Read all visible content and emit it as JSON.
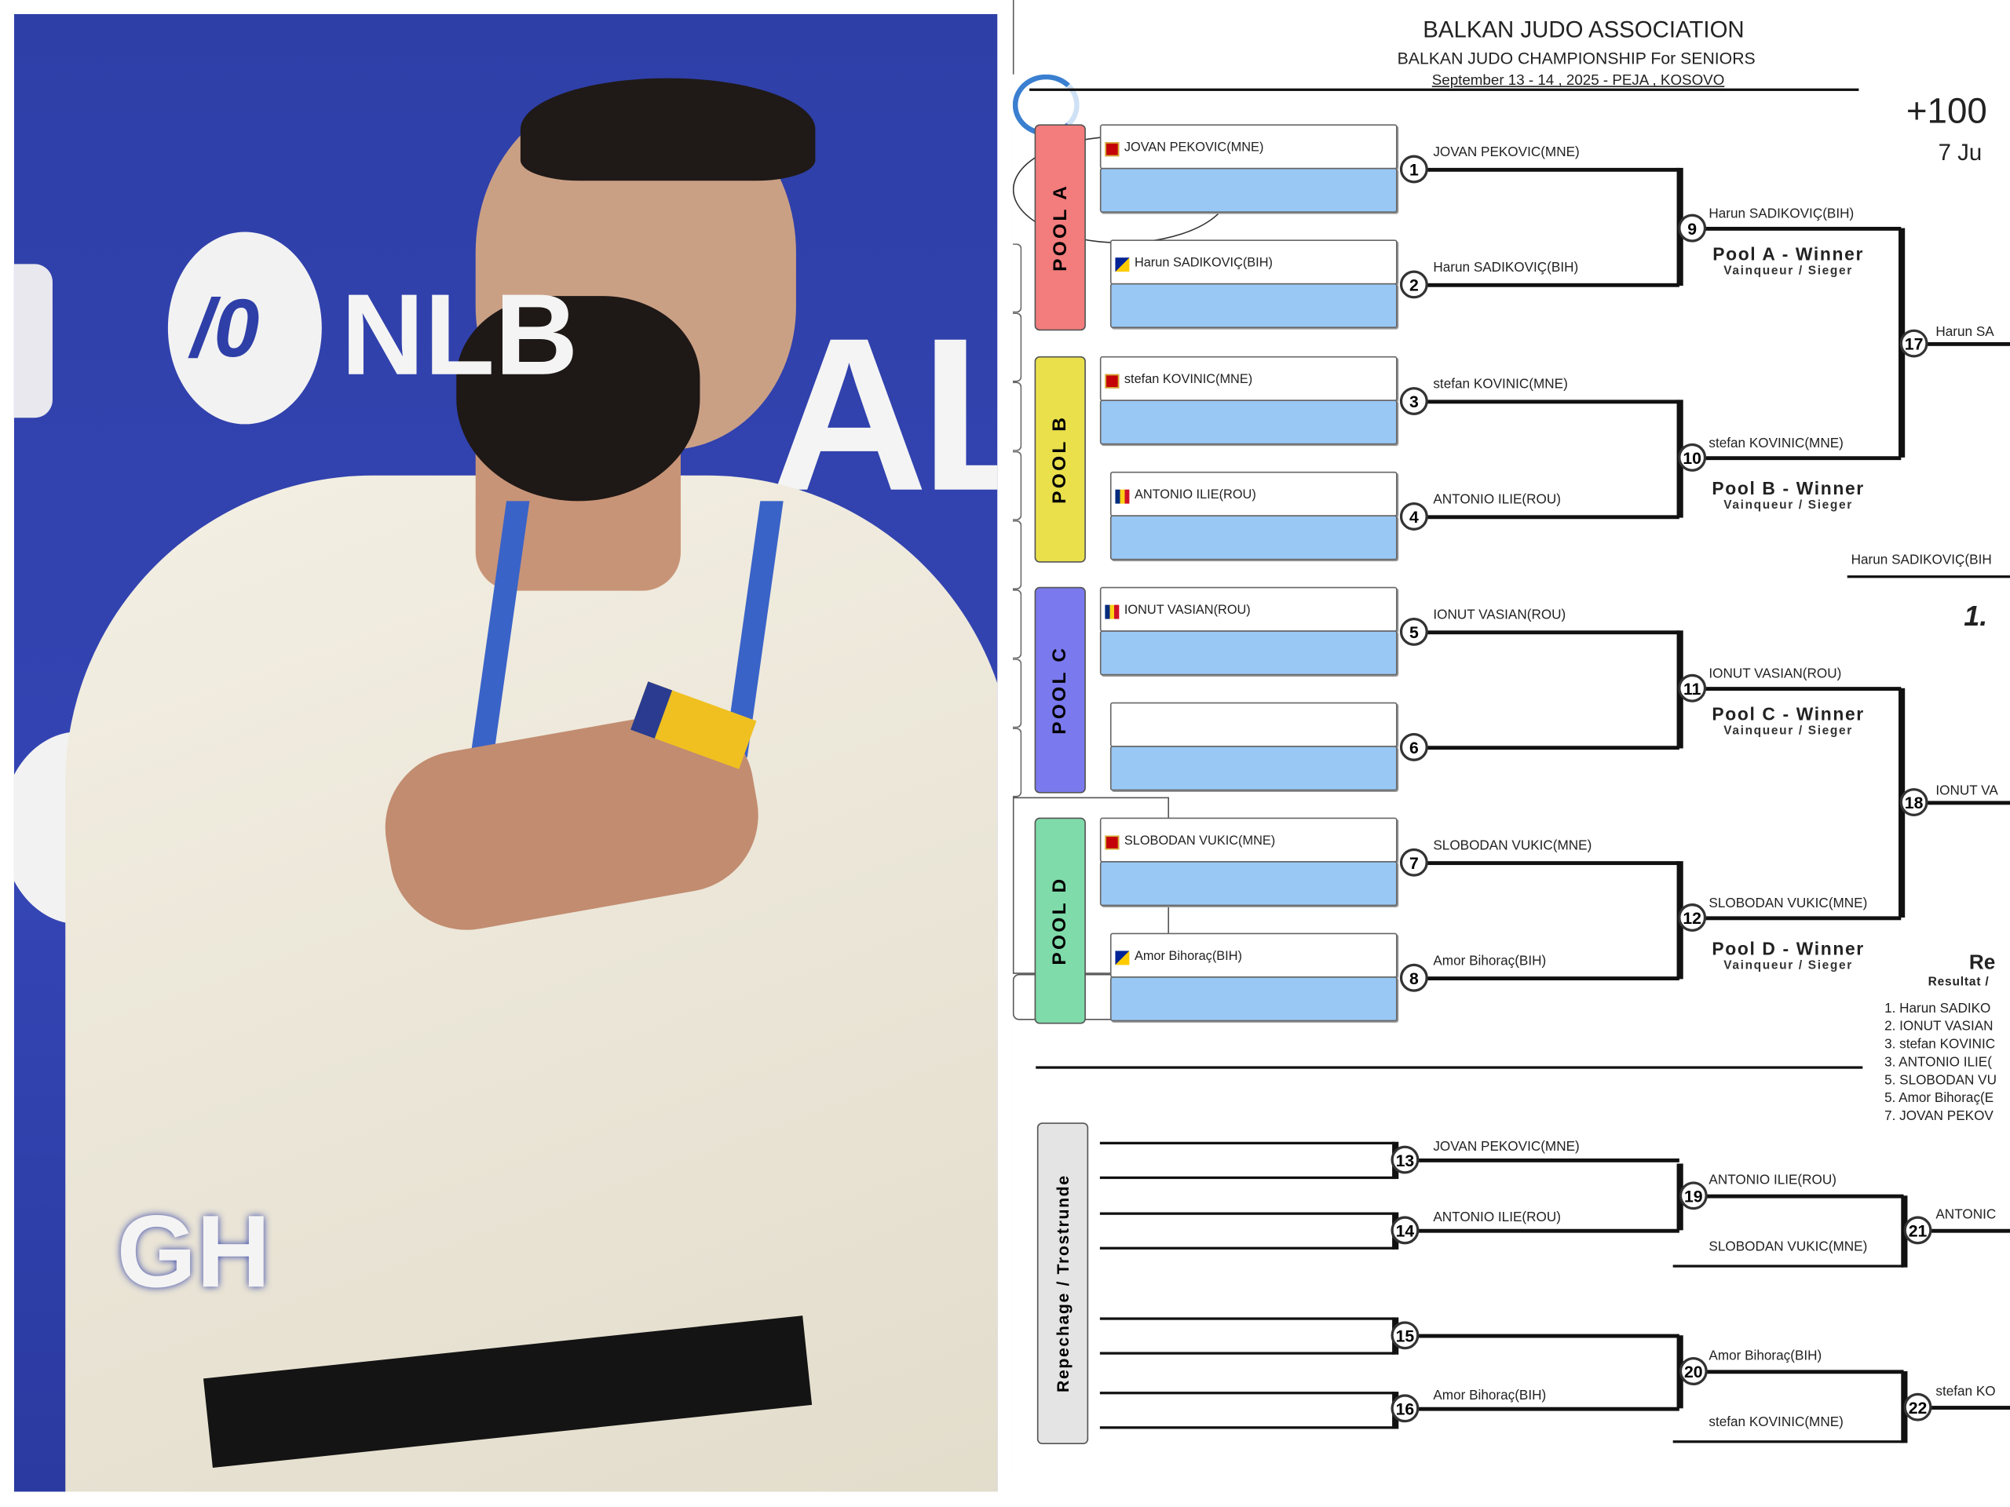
{
  "photo": {
    "sponsor_text": "NLB",
    "banner_text": "ALK",
    "sponsor2_text": "GH",
    "logo_text": "/0"
  },
  "header": {
    "org": "BALKAN JUDO ASSOCIATION",
    "event": "BALKAN JUDO CHAMPIONSHIP For SENIORS",
    "date_place": "September 13 - 14 , 2025 - PEJA , KOSOVO",
    "category": "+100",
    "count": "7 Ju"
  },
  "pools": [
    {
      "label": "POOL A",
      "color": "#f37c7c",
      "fighters": [
        {
          "name": "JOVAN PEKOVIC(MNE)",
          "flag": "MNE"
        },
        {
          "name": "Harun SADIKOVIÇ(BIH)",
          "flag": "BIH"
        }
      ],
      "matches": [
        "1",
        "2"
      ],
      "winners": [
        "JOVAN PEKOVIC(MNE)",
        "Harun SADIKOVIÇ(BIH)"
      ]
    },
    {
      "label": "POOL B",
      "color": "#e9e04c",
      "fighters": [
        {
          "name": "stefan KOVINIC(MNE)",
          "flag": "MNE"
        },
        {
          "name": "ANTONIO ILIE(ROU)",
          "flag": "ROU"
        }
      ],
      "matches": [
        "3",
        "4"
      ],
      "winners": [
        "stefan KOVINIC(MNE)",
        "ANTONIO ILIE(ROU)"
      ]
    },
    {
      "label": "POOL C",
      "color": "#7b79ee",
      "fighters": [
        {
          "name": "IONUT VASIAN(ROU)",
          "flag": "ROU"
        },
        {
          "name": "",
          "flag": ""
        }
      ],
      "matches": [
        "5",
        "6"
      ],
      "winners": [
        "IONUT VASIAN(ROU)",
        ""
      ]
    },
    {
      "label": "POOL D",
      "color": "#7fdba9",
      "fighters": [
        {
          "name": "SLOBODAN VUKIC(MNE)",
          "flag": "MNE"
        },
        {
          "name": "Amor Bihoraç(BIH)",
          "flag": "BIH"
        }
      ],
      "matches": [
        "7",
        "8"
      ],
      "winners": [
        "SLOBODAN VUKIC(MNE)",
        "Amor Bihoraç(BIH)"
      ]
    }
  ],
  "pool_finals": [
    {
      "match": "9",
      "winner": "Harun SADIKOVIÇ(BIH)",
      "title": "Pool A - Winner",
      "subtitle": "Vainqueur / Sieger"
    },
    {
      "match": "10",
      "winner": "stefan KOVINIC(MNE)",
      "title": "Pool B - Winner",
      "subtitle": "Vainqueur / Sieger"
    },
    {
      "match": "11",
      "winner": "IONUT VASIAN(ROU)",
      "title": "Pool C - Winner",
      "subtitle": "Vainqueur / Sieger"
    },
    {
      "match": "12",
      "winner": "SLOBODAN VUKIC(MNE)",
      "title": "Pool D - Winner",
      "subtitle": "Vainqueur / Sieger"
    }
  ],
  "semis": [
    {
      "match": "17",
      "winner": "Harun SA"
    },
    {
      "match": "18",
      "winner": "IONUT VA"
    }
  ],
  "final": {
    "winner": "Harun SADIKOVIÇ(BIH",
    "place": "1."
  },
  "results": {
    "title": "Re",
    "subtitle": "Resultat /",
    "items": [
      "1. Harun SADIKO",
      "2. IONUT VASIAN",
      "3. stefan KOVINIC",
      "3. ANTONIO ILIE(",
      "5. SLOBODAN VU",
      "5. Amor Bihoraç(E",
      "7. JOVAN PEKOV"
    ]
  },
  "repechage": {
    "label": "Repechage / Trostrunde",
    "first_round": [
      {
        "match": "13",
        "winner": "JOVAN PEKOVIC(MNE)"
      },
      {
        "match": "14",
        "winner": "ANTONIO ILIE(ROU)"
      },
      {
        "match": "15",
        "winner": ""
      },
      {
        "match": "16",
        "winner": "Amor Bihoraç(BIH)"
      }
    ],
    "second_round": [
      {
        "match": "19",
        "winner": "ANTONIO ILIE(ROU)",
        "opponent": "SLOBODAN VUKIC(MNE)"
      },
      {
        "match": "20",
        "winner": "Amor Bihoraç(BIH)",
        "opponent": "stefan KOVINIC(MNE)"
      }
    ],
    "bronze": [
      {
        "match": "21",
        "winner": "ANTONIC"
      },
      {
        "match": "22",
        "winner": "stefan KO"
      }
    ]
  }
}
